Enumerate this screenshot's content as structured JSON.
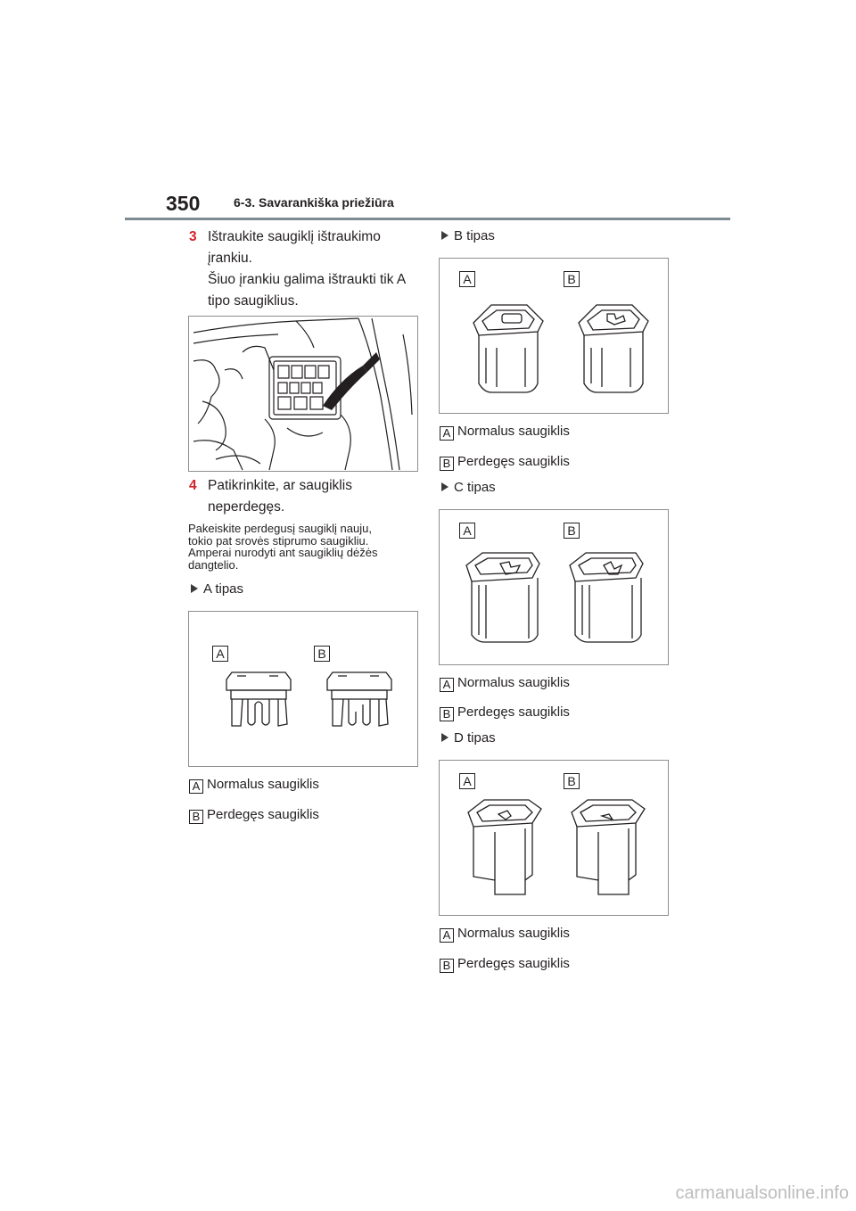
{
  "header": {
    "page_number": "350",
    "section": "6-3. Savarankiška priežiūra"
  },
  "step3": {
    "number": "3",
    "lines": [
      "Ištraukite saugiklį ištraukimo",
      "įrankiu.",
      "Šiuo įrankiu galima ištraukti tik A",
      "tipo saugiklius."
    ]
  },
  "step4": {
    "number": "4",
    "lines": [
      "Patikrinkite, ar saugiklis",
      "neperdegęs."
    ]
  },
  "note": {
    "lines": [
      "Pakeiskite perdegusį saugiklį nauju,",
      "tokio pat srovės stiprumo saugikliu.",
      "Amperai nurodyti ant saugiklių dėžės",
      "dangtelio."
    ]
  },
  "types": [
    {
      "title": "A tipas",
      "label_a": "A",
      "label_b": "B",
      "legend_a": "Normalus saugiklis",
      "legend_b": "Perdegęs saugiklis"
    },
    {
      "title": "B tipas",
      "label_a": "A",
      "label_b": "B",
      "legend_a": "Normalus saugiklis",
      "legend_b": "Perdegęs saugiklis"
    },
    {
      "title": "C tipas",
      "label_a": "A",
      "label_b": "B",
      "legend_a": "Normalus saugiklis",
      "legend_b": "Perdegęs saugiklis"
    },
    {
      "title": "D tipas",
      "label_a": "A",
      "label_b": "B",
      "legend_a": "Normalus saugiklis",
      "legend_b": "Perdegęs saugiklis"
    }
  ],
  "watermark": "carmanualsonline.info"
}
